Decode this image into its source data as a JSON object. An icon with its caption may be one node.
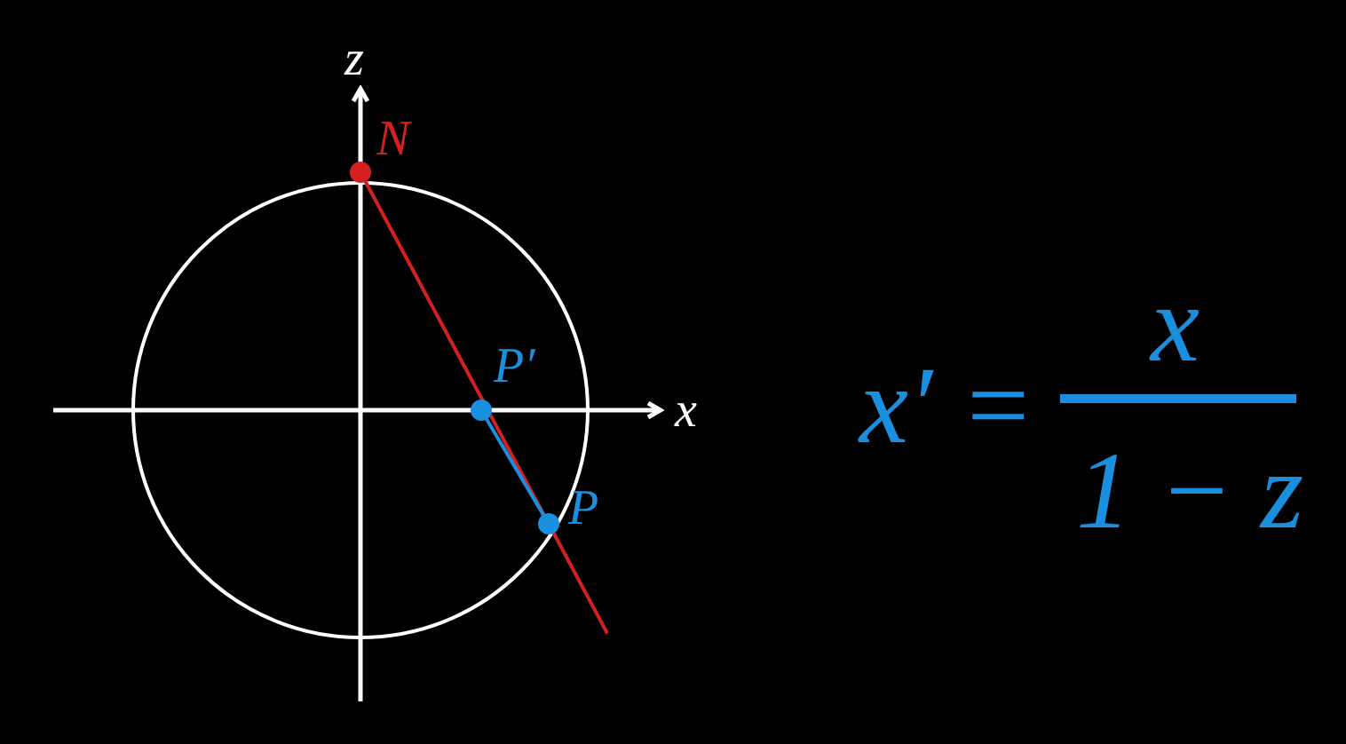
{
  "diagram": {
    "nodes": [
      {
        "text": [
          "N"
        ]
      },
      {
        "text": [
          "P′"
        ]
      },
      {
        "text": [
          "P"
        ]
      }
    ],
    "edges": [
      {
        "from": 0,
        "to": 2,
        "arrow": "none",
        "color": "#d42020"
      },
      {
        "from": 1,
        "to": 2,
        "arrow": "none",
        "color": "#1a8fe0"
      }
    ],
    "labels": [
      "z",
      "x",
      "x′ =",
      "x",
      "1 − z"
    ]
  }
}
